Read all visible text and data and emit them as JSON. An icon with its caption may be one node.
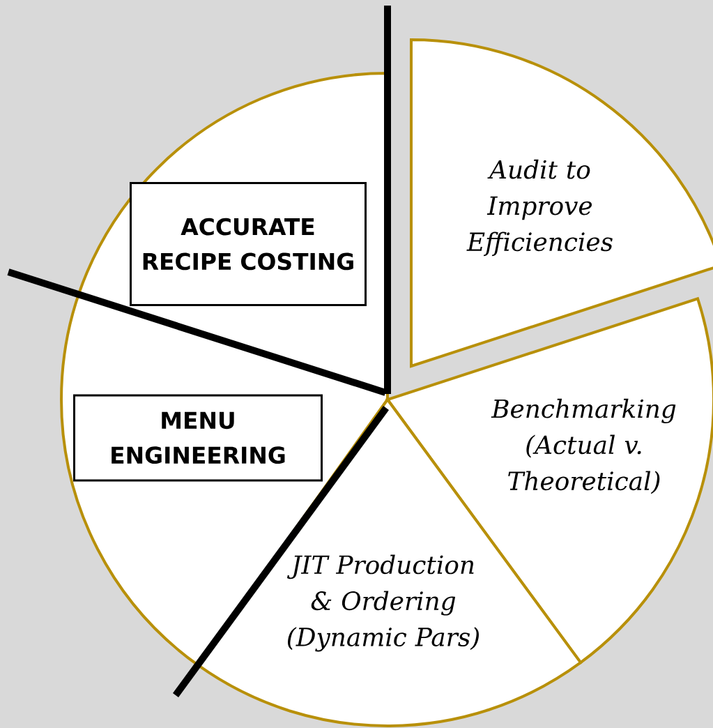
{
  "diagram": {
    "nodes": [
      {
        "text": [
          "Audit to Improve Efficiencies"
        ]
      },
      {
        "text": [
          "Benchmarking (Actual v. Theoretical)"
        ]
      },
      {
        "text": [
          "JIT Production & Ordering (Dynamic Pars)"
        ]
      },
      {
        "text": [
          "MENU ENGINEERING"
        ]
      },
      {
        "text": [
          "ACCURATE RECIPE COSTING"
        ]
      }
    ]
  }
}
